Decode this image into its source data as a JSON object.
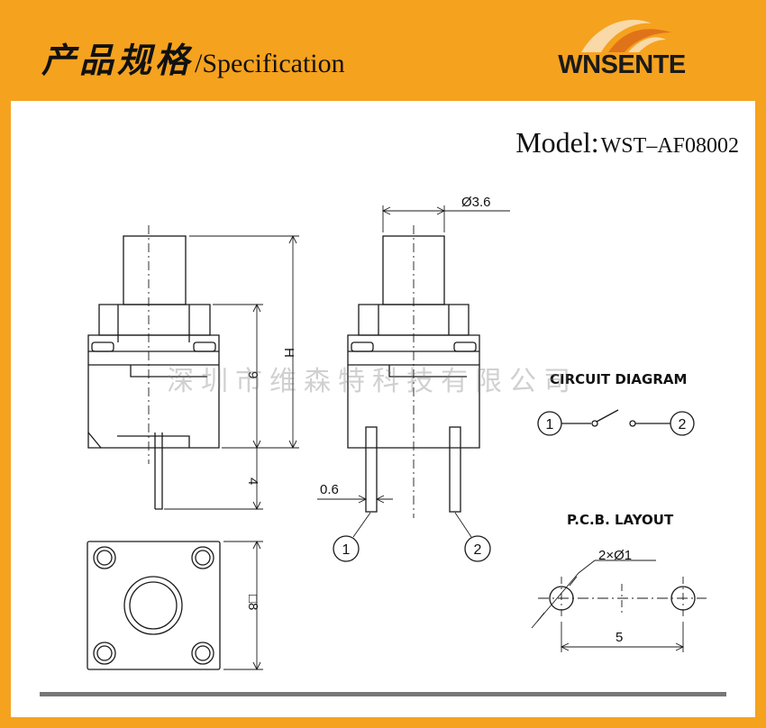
{
  "header": {
    "title_cn": "产品规格",
    "title_en": "/Specification"
  },
  "logo": {
    "text": "WNSENTE",
    "colors": {
      "flame_light": "#f9d9a8",
      "flame_dark": "#e0731a"
    }
  },
  "model": {
    "label": "Model:",
    "value": "WST–AF08002"
  },
  "dimensions": {
    "diameter": "Ø3.6",
    "height": "H",
    "body_height": "9",
    "pin_length": "4",
    "pin_width": "0.6",
    "square_size": "□8",
    "hole_spec": "2×Ø1",
    "hole_pitch": "5"
  },
  "pins": {
    "pin1": "1",
    "pin2": "2"
  },
  "circuit_diagram": {
    "heading": "CIRCUIT DIAGRAM",
    "pin1": "1",
    "pin2": "2"
  },
  "pcb_layout": {
    "heading": "P.C.B. LAYOUT"
  },
  "watermark": "深圳市维森特科技有限公司",
  "colors": {
    "background": "#f5a21f",
    "panel": "#ffffff",
    "line": "#1a1a1a",
    "rule": "#777777"
  }
}
